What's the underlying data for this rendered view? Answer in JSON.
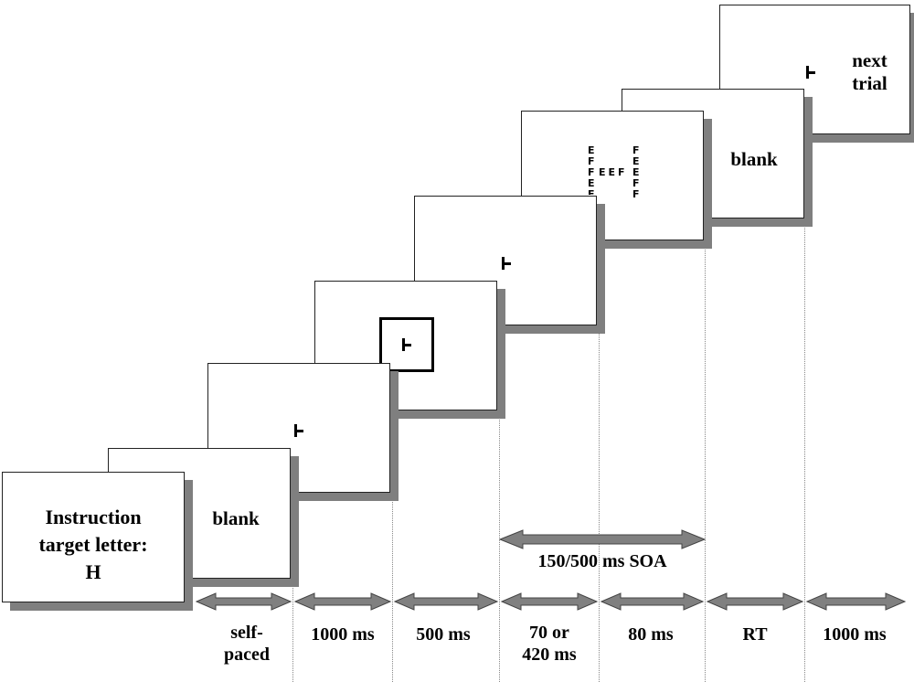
{
  "frames": {
    "instruction": {
      "line1": "Instruction",
      "line2": "target letter:",
      "line3": "H"
    },
    "blank1": "blank",
    "blank2": "blank",
    "next": {
      "line1": "next",
      "line2": "trial"
    }
  },
  "stimulus": {
    "left_column": [
      "E",
      "F",
      "F",
      "E",
      "E"
    ],
    "middle_row": [
      "E",
      "E",
      "F"
    ],
    "right_column": [
      "F",
      "E",
      "E",
      "F",
      "F"
    ]
  },
  "soa_label": "150/500 ms SOA",
  "durations": [
    {
      "line1": "self-",
      "line2": "paced"
    },
    {
      "line1": "1000 ms",
      "line2": ""
    },
    {
      "line1": "500 ms",
      "line2": ""
    },
    {
      "line1": "70 or",
      "line2": "420 ms"
    },
    {
      "line1": "80 ms",
      "line2": ""
    },
    {
      "line1": "RT",
      "line2": ""
    },
    {
      "line1": "1000 ms",
      "line2": ""
    }
  ],
  "colors": {
    "shadow": "#7f7f7f",
    "arrow": "#808080"
  }
}
